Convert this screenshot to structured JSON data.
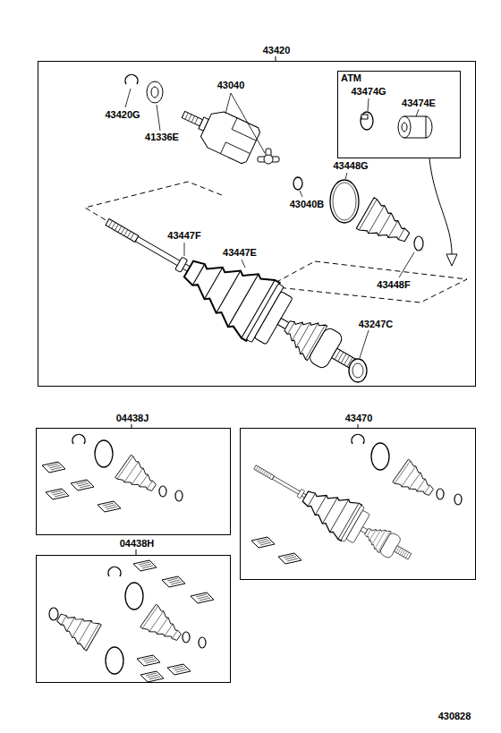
{
  "diagram": {
    "nodes": [
      {
        "text": [
          "43420"
        ]
      },
      {
        "text": [
          "ATM"
        ],
        "in": 0
      },
      {
        "text": [
          "04438J"
        ]
      },
      {
        "text": [
          "04438H"
        ]
      },
      {
        "text": [
          "43470"
        ]
      }
    ],
    "edges": [],
    "labels": [
      "43420G",
      "41336E",
      "43040",
      "43474G",
      "43474E",
      "43448G",
      "43040B",
      "43447F",
      "43447E",
      "43448F",
      "43247C",
      "430828"
    ]
  }
}
